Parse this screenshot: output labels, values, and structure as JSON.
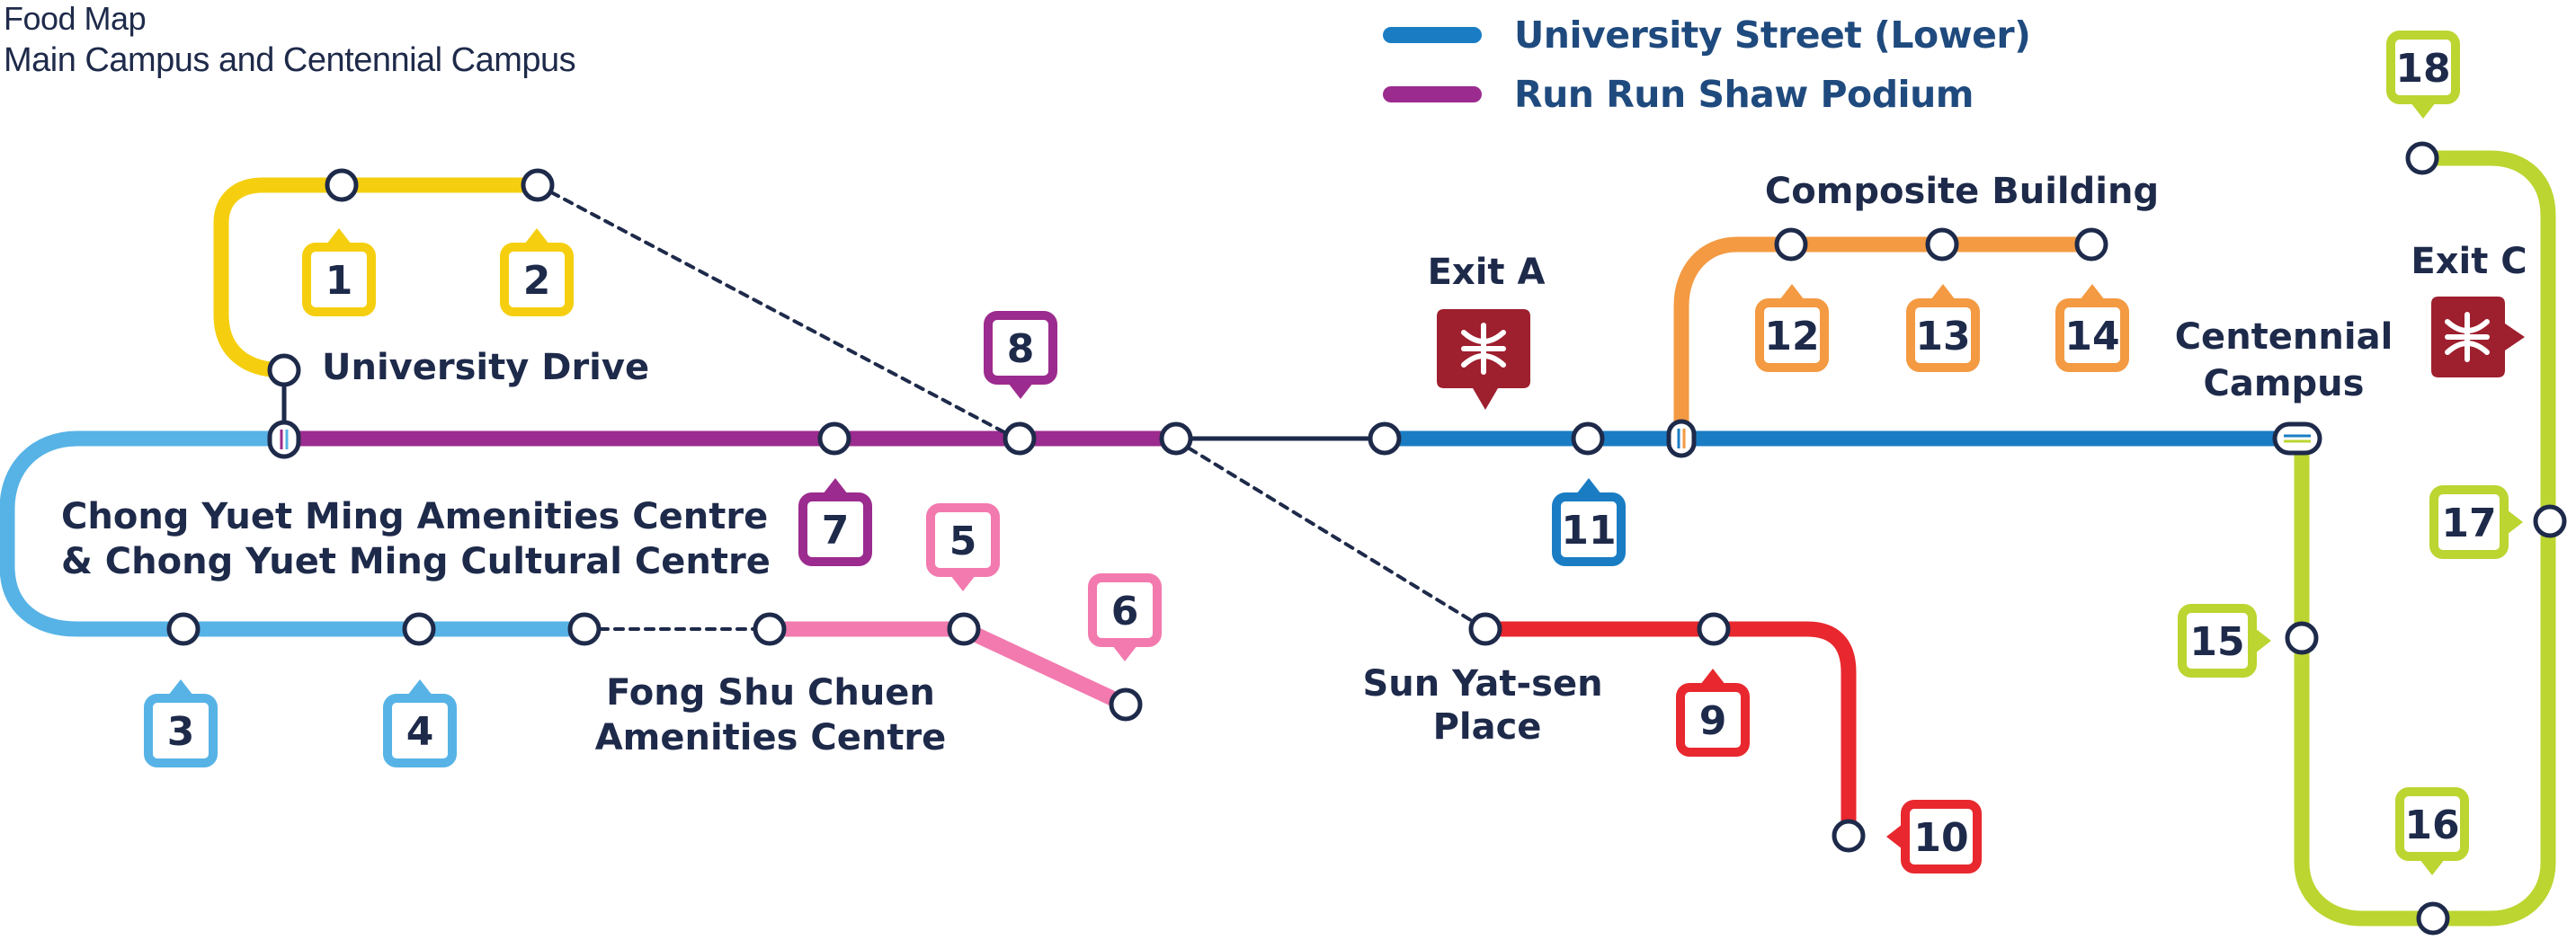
{
  "header": {
    "title": "Food Map",
    "subtitle": "Main Campus and Centennial Campus"
  },
  "legend": [
    {
      "label": "University Street (Lower)",
      "color": "#1a7dc4"
    },
    {
      "label": "Run Run Shaw Podium",
      "color": "#9b2b8e"
    }
  ],
  "areas": {
    "university_drive": "University Drive",
    "cym_line1": "Chong Yuet Ming Amenities Centre",
    "cym_line2": "& Chong Yuet Ming Cultural Centre",
    "fsc_line1": "Fong Shu Chuen",
    "fsc_line2": "Amenities Centre",
    "sys_line1": "Sun Yat-sen",
    "sys_line2": "Place",
    "composite": "Composite Building",
    "centennial_line1": "Centennial",
    "centennial_line2": "Campus"
  },
  "exits": {
    "exit_a": "Exit A",
    "exit_c": "Exit C"
  },
  "colors": {
    "yellow": "#f5cf0f",
    "light_blue": "#57b3e6",
    "pink": "#f27aae",
    "purple": "#9b2b8e",
    "navy": "#1e2a4a",
    "blue": "#1a7dc4",
    "orange": "#f39a42",
    "red": "#e8282e",
    "lime": "#bcd530",
    "mtr": "#9e1f2e"
  },
  "markers": [
    {
      "num": "1",
      "color": "yellow"
    },
    {
      "num": "2",
      "color": "yellow"
    },
    {
      "num": "3",
      "color": "light_blue"
    },
    {
      "num": "4",
      "color": "light_blue"
    },
    {
      "num": "5",
      "color": "pink"
    },
    {
      "num": "6",
      "color": "pink"
    },
    {
      "num": "7",
      "color": "purple"
    },
    {
      "num": "8",
      "color": "purple"
    },
    {
      "num": "9",
      "color": "red"
    },
    {
      "num": "10",
      "color": "red"
    },
    {
      "num": "11",
      "color": "blue"
    },
    {
      "num": "12",
      "color": "orange"
    },
    {
      "num": "13",
      "color": "orange"
    },
    {
      "num": "14",
      "color": "orange"
    },
    {
      "num": "15",
      "color": "lime"
    },
    {
      "num": "16",
      "color": "lime"
    },
    {
      "num": "17",
      "color": "lime"
    },
    {
      "num": "18",
      "color": "lime"
    }
  ],
  "icons": {
    "mtr_logo": "mtr-logo-icon"
  }
}
